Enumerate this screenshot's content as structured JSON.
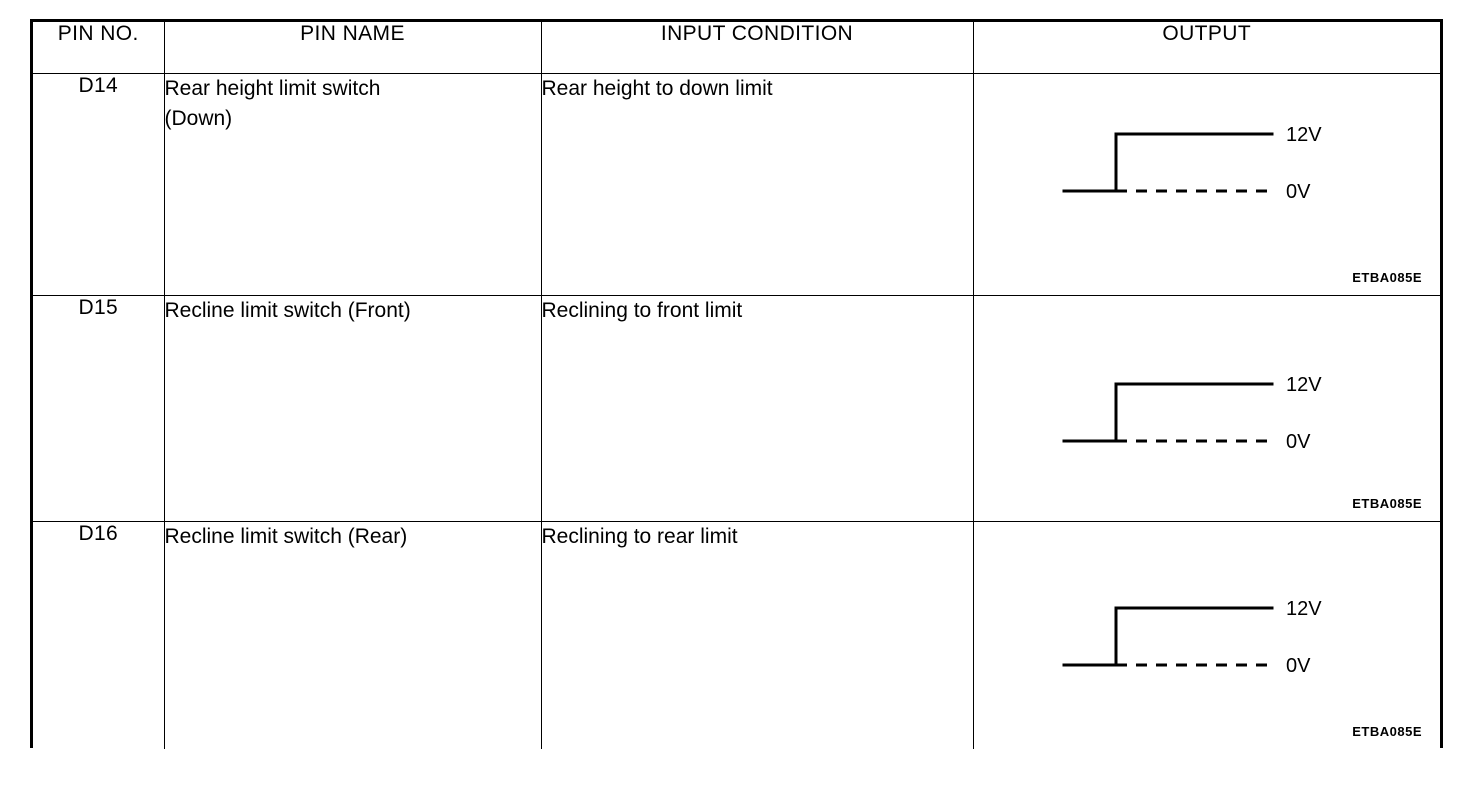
{
  "table": {
    "headers": [
      {
        "key": "pin_no",
        "label": "PIN NO."
      },
      {
        "key": "pin_name",
        "label": "PIN NAME"
      },
      {
        "key": "input_condition",
        "label": "INPUT CONDITION"
      },
      {
        "key": "output",
        "label": "OUTPUT"
      }
    ],
    "rows": [
      {
        "pin_no": "D14",
        "pin_name_line1": "Rear height limit switch",
        "pin_name_line2": "(Down)",
        "input_condition": "Rear height to down limit",
        "output": {
          "type": "rising-edge-step-waveform",
          "high_label": "12V",
          "low_label": "0V",
          "figure_id": "ETBA085E"
        }
      },
      {
        "pin_no": "D15",
        "pin_name_line1": "Recline limit switch (Front)",
        "pin_name_line2": "",
        "input_condition": "Reclining to front limit",
        "output": {
          "type": "rising-edge-step-waveform",
          "high_label": "12V",
          "low_label": "0V",
          "figure_id": "ETBA085E"
        }
      },
      {
        "pin_no": "D16",
        "pin_name_line1": "Recline limit switch (Rear)",
        "pin_name_line2": "",
        "input_condition": "Reclining to rear limit",
        "output": {
          "type": "rising-edge-step-waveform",
          "high_label": "12V",
          "low_label": "0V",
          "figure_id": "ETBA085E"
        }
      }
    ]
  },
  "colors": {
    "ink": "#000000",
    "paper": "#ffffff"
  }
}
